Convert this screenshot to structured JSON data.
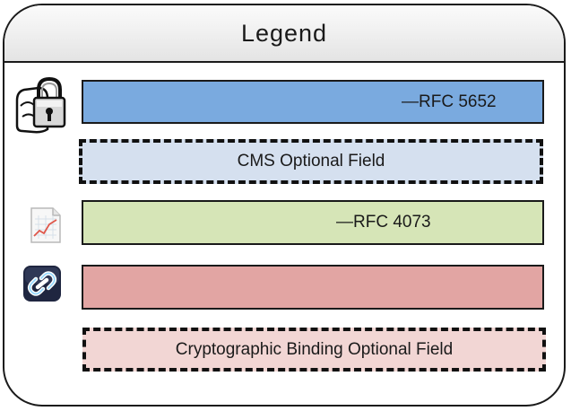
{
  "legend": {
    "title": "Legend",
    "rows": [
      {
        "label": "—RFC 5652",
        "fill": "#7aaadf",
        "border": "solid",
        "icon": "lock-certificate-icon"
      },
      {
        "label": "CMS Optional Field",
        "fill": "#d5e0ef",
        "border": "dashed"
      },
      {
        "label": "—RFC 4073",
        "fill": "#d6e5b7",
        "border": "solid",
        "icon": "chart-document-icon"
      },
      {
        "label": "",
        "fill": "#e2a5a3",
        "border": "solid",
        "icon": "chain-link-icon"
      },
      {
        "label": "Cryptographic Binding Optional Field",
        "fill": "#f2d6d4",
        "border": "dashed"
      }
    ]
  }
}
